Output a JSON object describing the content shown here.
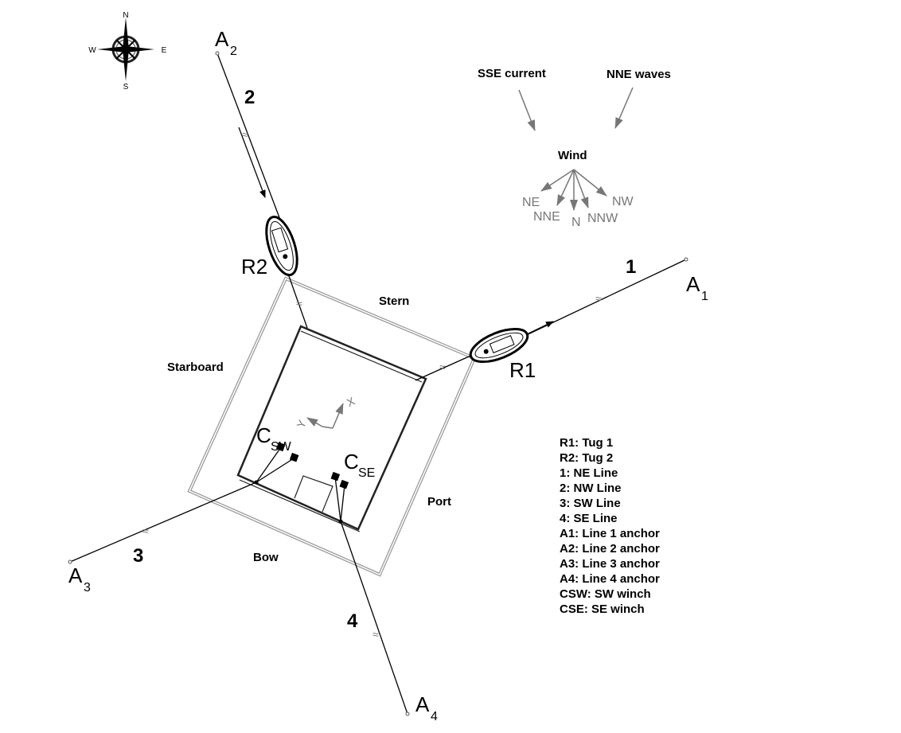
{
  "compass": {
    "n": "N",
    "e": "E",
    "s": "S",
    "w": "W"
  },
  "labels": {
    "stern": "Stern",
    "starboard": "Starboard",
    "port": "Port",
    "bow": "Bow",
    "current": "SSE current",
    "waves": "NNE waves",
    "wind": "Wind",
    "axis_x": "X",
    "axis_y": "Y"
  },
  "wind_directions": [
    "NE",
    "NNE",
    "N",
    "NNW",
    "NW"
  ],
  "lines": {
    "l1": "1",
    "l2": "2",
    "l3": "3",
    "l4": "4"
  },
  "anchors": {
    "a": "A",
    "s1": "1",
    "s2": "2",
    "s3": "3",
    "s4": "4"
  },
  "tugs": {
    "r1": "R1",
    "r2": "R2"
  },
  "winches": {
    "c": "C",
    "sw": "SW",
    "se": "SE"
  },
  "legend": [
    "R1: Tug 1",
    "R2: Tug 2",
    "1: NE Line",
    "2: NW Line",
    "3: SW Line",
    "4: SE Line",
    "A1: Line 1 anchor",
    "A2: Line 2 anchor",
    "A3: Line 3 anchor",
    "A4: Line 4 anchor",
    "CSW: SW winch",
    "CSE: SE winch"
  ],
  "colors": {
    "line": "#000000",
    "gray": "#777777",
    "deck": "#999999"
  }
}
